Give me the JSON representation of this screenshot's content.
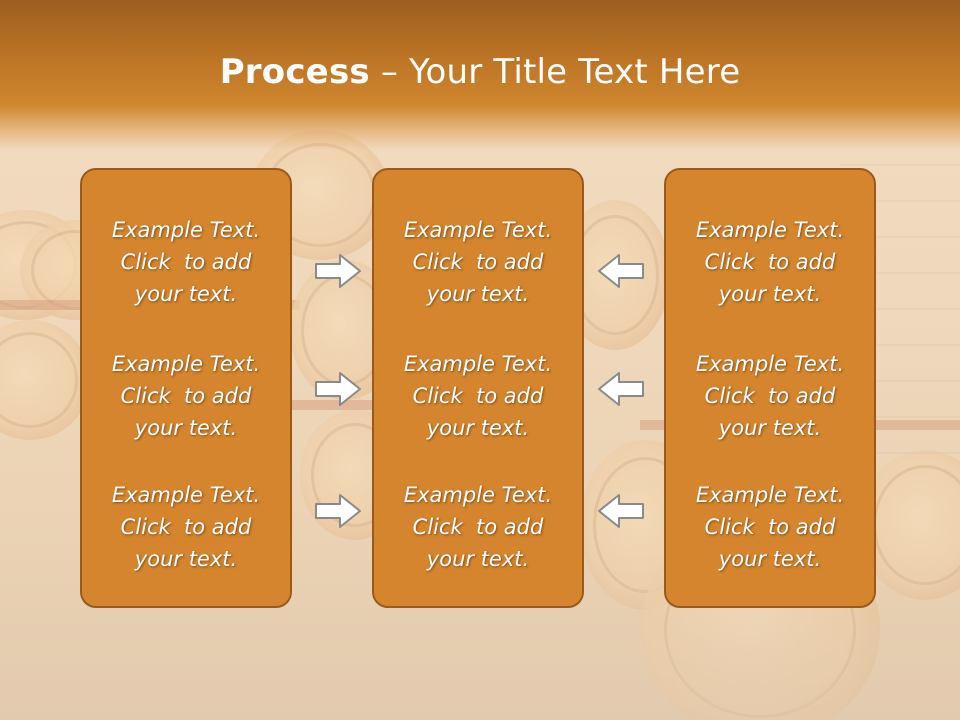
{
  "title": {
    "bold": "Process",
    "rest": " – Your Title Text Here"
  },
  "panels": [
    {
      "blocks": [
        [
          "Example Text.",
          "Click  to add",
          "your text."
        ],
        [
          "Example Text.",
          "Click  to add",
          "your text."
        ],
        [
          "Example Text.",
          "Click  to add",
          "your text."
        ]
      ]
    },
    {
      "blocks": [
        [
          "Example Text.",
          "Click  to add",
          "your text."
        ],
        [
          "Example Text.",
          "Click  to add",
          "your text."
        ],
        [
          "Example Text.",
          "Click  to add",
          "your text."
        ]
      ]
    },
    {
      "blocks": [
        [
          "Example Text.",
          "Click  to add",
          "your text."
        ],
        [
          "Example Text.",
          "Click  to add",
          "your text."
        ],
        [
          "Example Text.",
          "Click  to add",
          "your text."
        ]
      ]
    }
  ],
  "arrows": {
    "left_group": "arrow-right-icon",
    "right_group": "arrow-left-icon"
  },
  "colors": {
    "header": "#c27a28",
    "panel": "#d4852e",
    "panel_border": "#9a5a1d",
    "text": "#ffffff"
  }
}
